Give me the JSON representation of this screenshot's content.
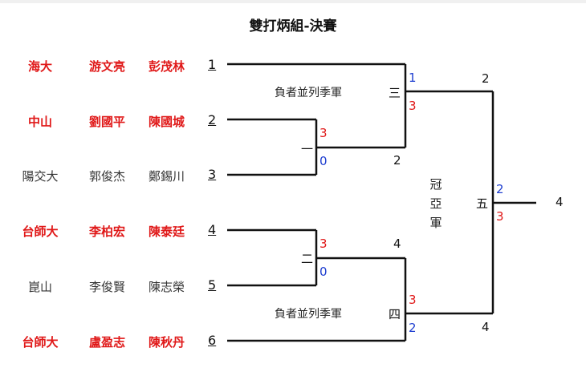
{
  "title": "雙打炳組-決賽",
  "entries": [
    {
      "seed": "1",
      "team": "海大",
      "player1": "游文亮",
      "player2": "彭茂林",
      "highlight": true
    },
    {
      "seed": "2",
      "team": "中山",
      "player1": "劉國平",
      "player2": "陳國城",
      "highlight": true
    },
    {
      "seed": "3",
      "team": "陽交大",
      "player1": "郭俊杰",
      "player2": "鄭錫川",
      "highlight": false
    },
    {
      "seed": "4",
      "team": "台師大",
      "player1": "李柏宏",
      "player2": "陳泰廷",
      "highlight": true
    },
    {
      "seed": "5",
      "team": "崑山",
      "player1": "李俊賢",
      "player2": "陳志榮",
      "highlight": false
    },
    {
      "seed": "6",
      "team": "台師大",
      "player1": "盧盈志",
      "player2": "陳秋丹",
      "highlight": true
    }
  ],
  "matches": {
    "m1": {
      "label": "一",
      "score_top": "3",
      "score_bottom": "0",
      "winner": "2"
    },
    "m2": {
      "label": "二",
      "score_top": "3",
      "score_bottom": "0",
      "winner": "4"
    },
    "m3": {
      "label": "三",
      "score_top": "1",
      "score_bottom": "3",
      "winner": "2",
      "note": "負者並列季軍"
    },
    "m4": {
      "label": "四",
      "score_top": "3",
      "score_bottom": "2",
      "winner": "4",
      "note": "負者並列季軍"
    },
    "m5": {
      "label": "五",
      "score_top": "2",
      "score_bottom": "3",
      "winner": "4"
    }
  },
  "champion_label": [
    "冠",
    "亞",
    "軍"
  ],
  "colors": {
    "winner_red": "#e01818",
    "score_blue": "#1f3fd0",
    "line": "#111111"
  }
}
